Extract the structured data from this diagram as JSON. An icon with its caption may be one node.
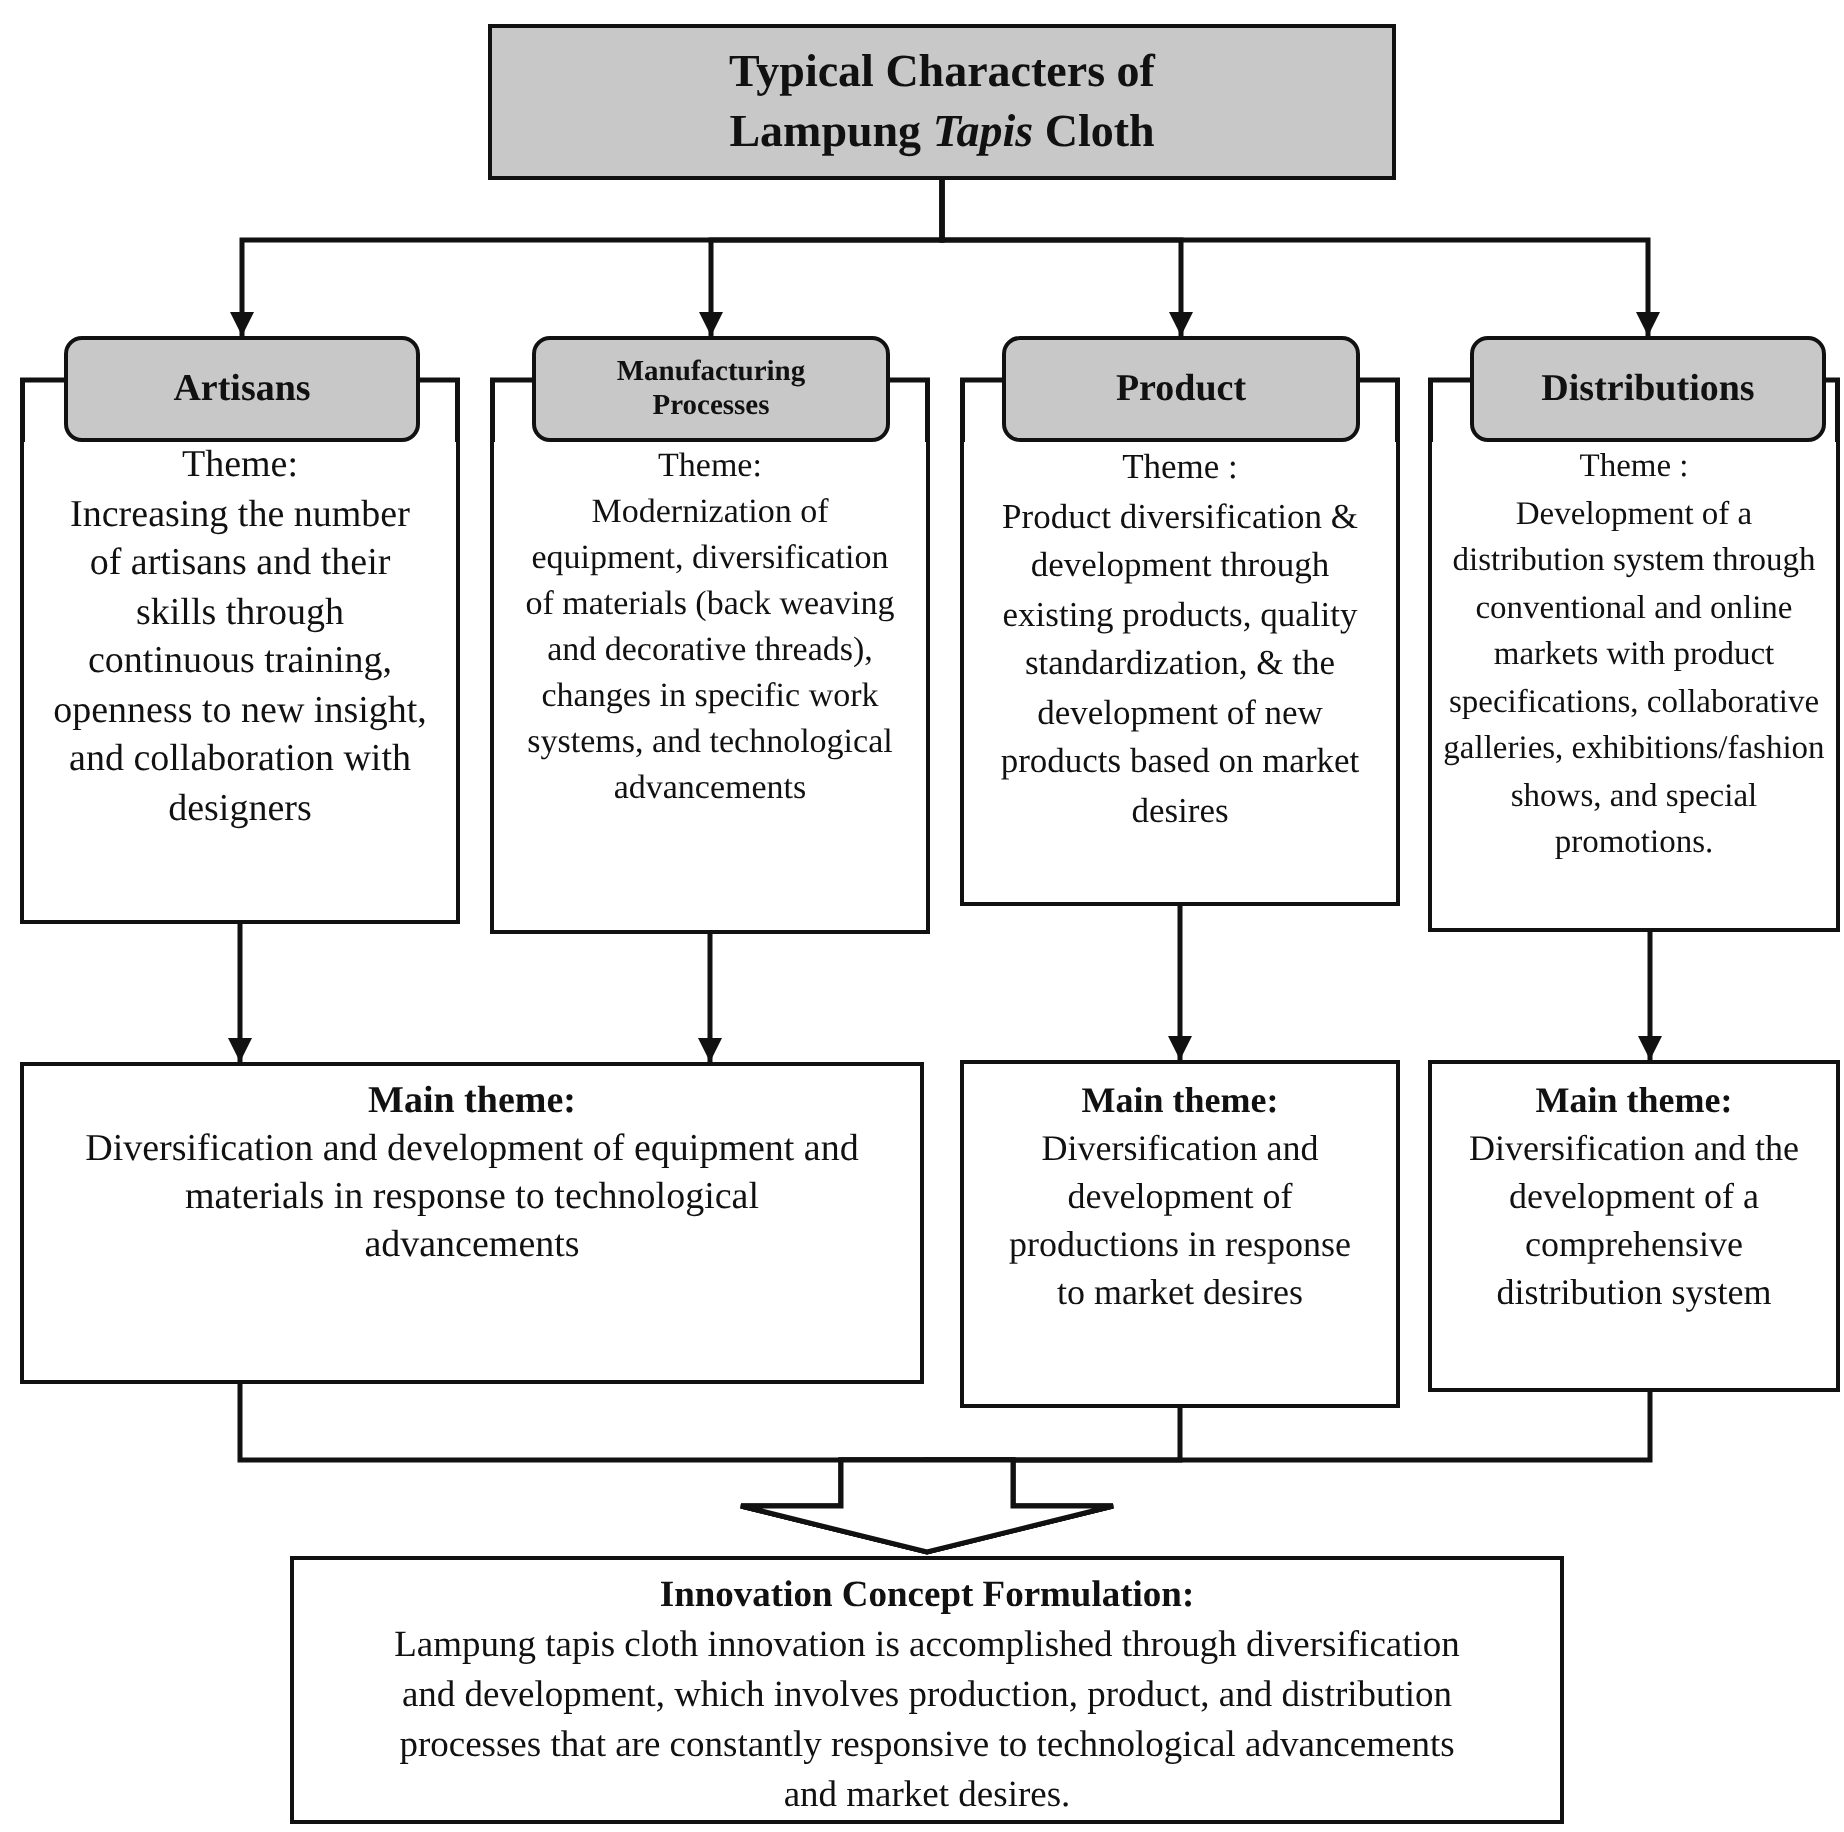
{
  "diagram": {
    "nodes": [
      {
        "text": [
          "Typical Characters of Lampung *Tapis* Cloth"
        ]
      },
      {
        "text": [
          "Artisans"
        ]
      },
      {
        "text": [
          "Theme:",
          "Increasing the number of artisans and their skills through continuous training, openness to new insight, and collaboration with designers"
        ]
      },
      {
        "text": [
          "Manufacturing Processes"
        ]
      },
      {
        "text": [
          "Theme:",
          "Modernization of equipment, diversification of materials (back weaving and decorative threads), changes in specific work systems, and technological advancements"
        ]
      },
      {
        "text": [
          "Product"
        ]
      },
      {
        "text": [
          "Theme :",
          "Product diversification & development through existing products, quality standardization, & the development of new products based on market desires"
        ]
      },
      {
        "text": [
          "Distributions"
        ]
      },
      {
        "text": [
          "Theme :",
          "Development of a distribution system through conventional and online markets with product specifications, collaborative galleries, exhibitions/fashion shows, and special promotions."
        ]
      },
      {
        "text": [
          "Main theme:",
          "Diversification and development of equipment and materials in response to technological advancements"
        ]
      },
      {
        "text": [
          "Main theme:",
          "Diversification and development of productions in response to market desires"
        ]
      },
      {
        "text": [
          "Main theme:",
          "Diversification and the development of a comprehensive distribution system"
        ]
      },
      {
        "text": [
          "Innovation Concept Formulation:",
          "Lampung tapis cloth innovation is accomplished through diversification and development, which involves production, product, and distribution processes that are constantly responsive to technological advancements and market desires."
        ]
      }
    ],
    "edges": [
      {
        "from": 0,
        "to": 1,
        "arrow": "to"
      },
      {
        "from": 0,
        "to": 3,
        "arrow": "to"
      },
      {
        "from": 0,
        "to": 5,
        "arrow": "to"
      },
      {
        "from": 0,
        "to": 7,
        "arrow": "to"
      },
      {
        "from": 2,
        "to": 9,
        "arrow": "to"
      },
      {
        "from": 4,
        "to": 9,
        "arrow": "to"
      },
      {
        "from": 6,
        "to": 10,
        "arrow": "to"
      },
      {
        "from": 8,
        "to": 11,
        "arrow": "to"
      },
      {
        "from": 9,
        "to": 12,
        "arrow": "to"
      },
      {
        "from": 10,
        "to": 12,
        "arrow": "to"
      },
      {
        "from": 11,
        "to": 12,
        "arrow": "to"
      }
    ]
  }
}
